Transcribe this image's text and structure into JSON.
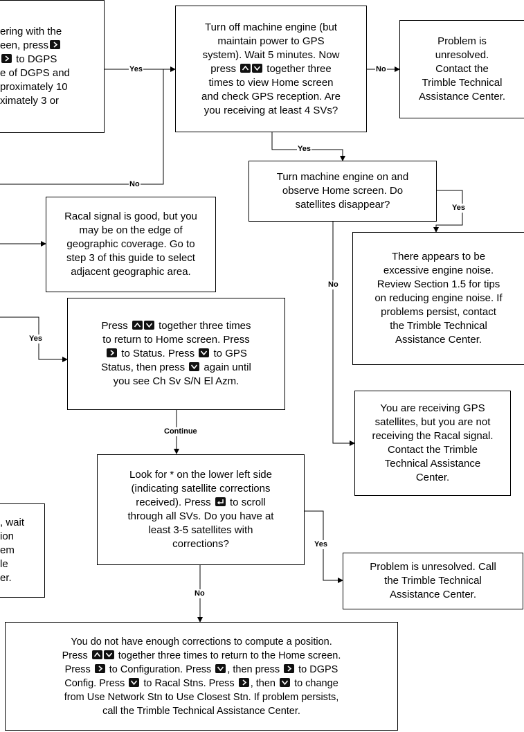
{
  "keys": {
    "updown": "up-down-arrow-keys",
    "right": "right-arrow-key",
    "down": "down-arrow-key",
    "enter": "enter-key"
  },
  "boxes": {
    "partial_top_left": [
      "ering with the",
      "een, press",
      "to DGPS",
      "e of DGPS and",
      "proximately 10",
      "ximately 3 or"
    ],
    "turn_off": [
      "Turn off machine engine (but",
      "maintain power to GPS",
      "system). Wait 5 minutes. Now",
      "press",
      "together three",
      "times to view Home screen",
      "and check GPS reception. Are",
      "you receiving at least 4 SVs?"
    ],
    "unresolved_top": [
      "Problem is",
      "unresolved.",
      "Contact the",
      "Trimble Technical",
      "Assistance Center."
    ],
    "turn_on": [
      "Turn machine engine on and",
      "observe Home screen. Do",
      "satellites disappear?"
    ],
    "racal_good": [
      "Racal signal is good, but you",
      "may be on the edge of",
      "geographic coverage. Go to",
      "step 3 of this guide to select",
      "adjacent geographic area."
    ],
    "engine_noise": [
      "There appears to be",
      "excessive engine noise.",
      "Review Section 1.5 for tips",
      "on reducing engine noise. If",
      "problems persist, contact",
      "the Trimble Technical",
      "Assistance Center."
    ],
    "press_status": [
      "Press",
      "together three times",
      "to return to Home screen. Press",
      "to Status. Press",
      "to GPS",
      "Status, then press",
      "again until",
      "you see Ch Sv S/N El Azm."
    ],
    "receiving_gps": [
      "You are receiving GPS",
      "satellites, but you are not",
      "receiving the Racal signal.",
      "Contact the Trimble",
      "Technical Assistance",
      "Center."
    ],
    "look_for": [
      "Look for * on the lower left side",
      "(indicating satellite corrections",
      "received).  Press",
      "to scroll",
      "through all SVs. Do you have at",
      "least 3-5 satellites with",
      "corrections?"
    ],
    "partial_bottom_left": [
      ", wait",
      "ion",
      "em",
      "le",
      "er."
    ],
    "unresolved_bottom": [
      "Problem is unresolved. Call",
      "the Trimble Technical",
      "Assistance Center."
    ],
    "not_enough": [
      "You do not have enough corrections to compute a position.",
      "Press",
      "together three times to return to the Home screen.",
      "Press",
      "to Configuration. Press",
      ", then press",
      "to DGPS",
      "Config. Press",
      "to Racal Stns. Press",
      ", then",
      "to change",
      "from Use Network Stn to Use Closest Stn. If problem persists,",
      "call the Trimble Technical Assistance Center."
    ]
  },
  "labels": {
    "yes_1": "Yes",
    "no_1": "No",
    "yes_2": "Yes",
    "no_2": "No",
    "yes_3": "Yes",
    "no_3": "No",
    "yes_4": "Yes",
    "continue": "Continue",
    "yes_5": "Yes",
    "no_4": "No"
  }
}
